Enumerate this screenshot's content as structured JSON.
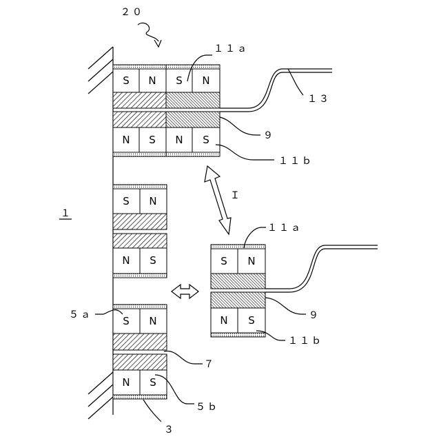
{
  "labels": {
    "assembly": "２０",
    "base": "１",
    "plate_bottom": "３",
    "magnet_5a": "５ａ",
    "magnet_5b": "５ｂ",
    "yoke_7": "７",
    "magnet_11a_top": "１１ａ",
    "magnet_11b_top": "１１ｂ",
    "yoke_9_top": "９",
    "cable_13": "１３",
    "magnet_11a_right": "１１ａ",
    "magnet_11b_right": "１１ｂ",
    "yoke_9_right": "９",
    "motion_I": "Ｉ"
  },
  "poles": {
    "top_upper_fixed": [
      "S",
      "N"
    ],
    "top_upper_moving": [
      "S",
      "N"
    ],
    "top_lower_fixed": [
      "N",
      "S"
    ],
    "top_lower_moving": [
      "N",
      "S"
    ],
    "mid_upper": [
      "S",
      "N"
    ],
    "mid_lower": [
      "N",
      "S"
    ],
    "bottom_upper": [
      "S",
      "N"
    ],
    "bottom_lower": [
      "N",
      "S"
    ],
    "right_upper": [
      "S",
      "N"
    ],
    "right_lower": [
      "N",
      "S"
    ]
  }
}
